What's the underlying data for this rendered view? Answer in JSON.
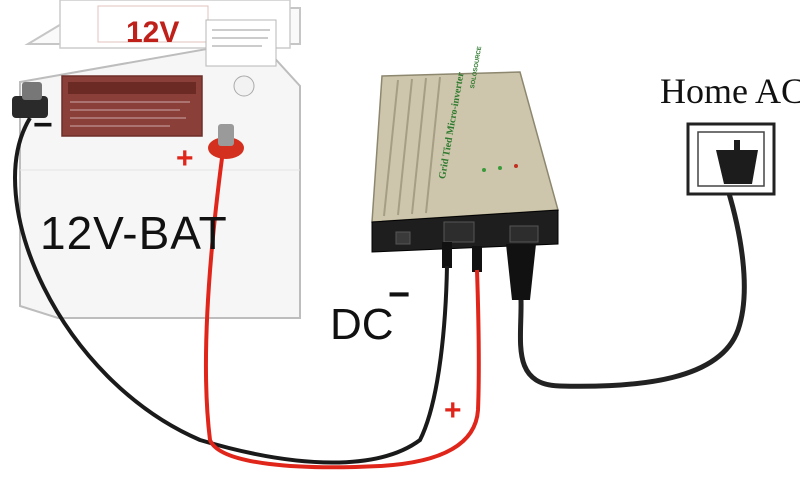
{
  "battery": {
    "voltage_label": "12V",
    "name_label": "12V-BAT",
    "negative_sign": "−",
    "positive_sign": "+"
  },
  "inverter": {
    "title": "Grid Tied Micro-inverter",
    "brand": "SOLOSOURCE"
  },
  "dc": {
    "label": "DC",
    "negative_sign": "−",
    "positive_sign": "+"
  },
  "home_ac": {
    "label": "Home AC"
  },
  "colors": {
    "negative_wire": "#1a1a1a",
    "positive_wire": "#e0251b",
    "inverter_body": "#c9c2a8",
    "inverter_face": "#1e1e1e",
    "ac_cable": "#222222"
  }
}
